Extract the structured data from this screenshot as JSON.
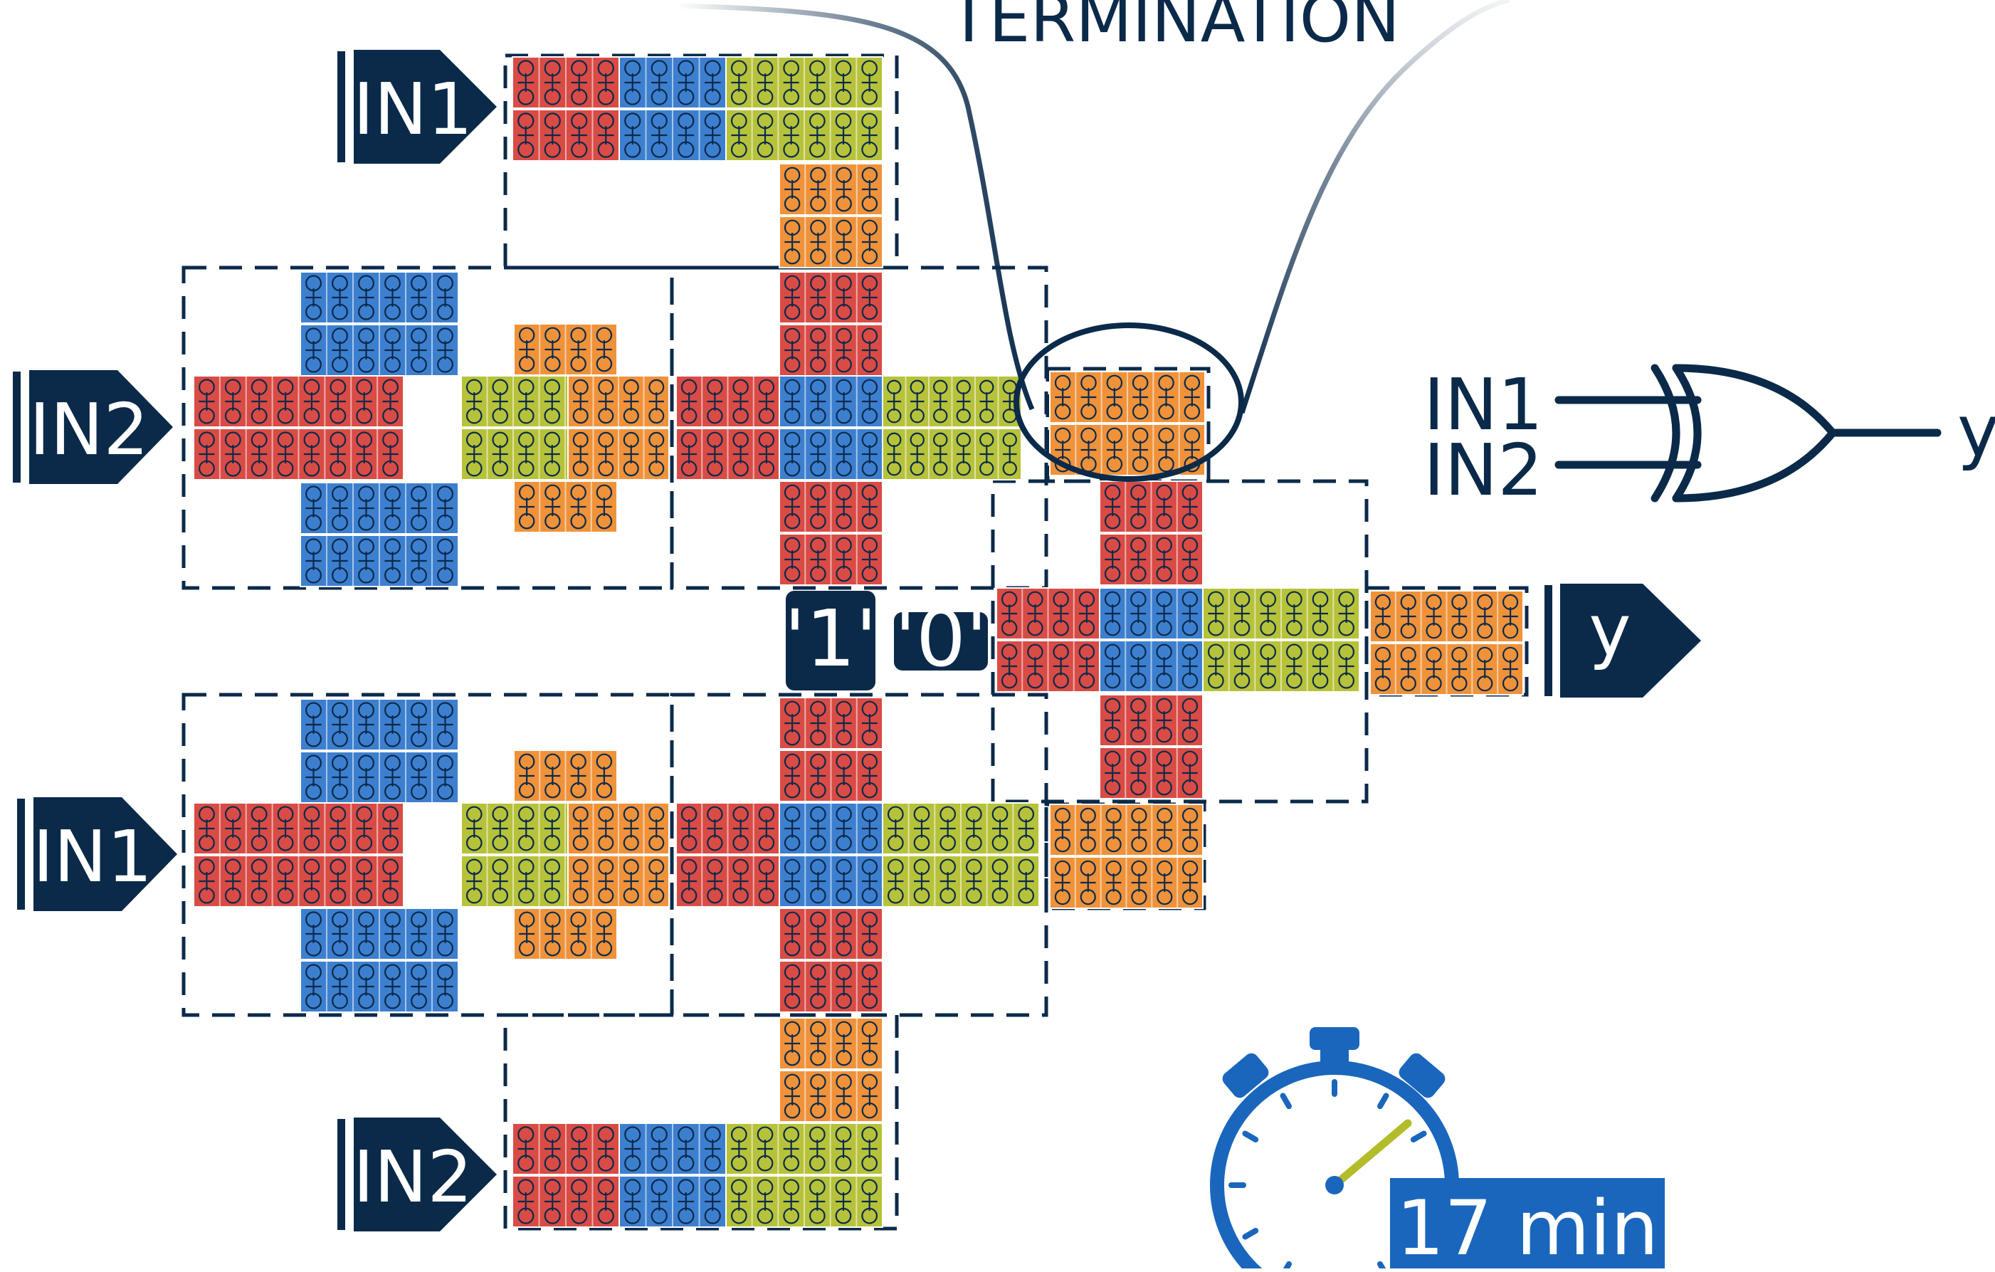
{
  "colors": {
    "navy": "#0b2a4a",
    "red": "#d94b45",
    "blue": "#3d7fcf",
    "green": "#b6c23a",
    "orange": "#f0923a",
    "timer_blue": "#1a66bd",
    "needle": "#b3bc2a"
  },
  "callout": {
    "label": "TERMINATION"
  },
  "inputs": {
    "in1_top": "IN1",
    "in2_left": "IN2",
    "in1_left": "IN1",
    "in2_bottom": "IN2"
  },
  "output": {
    "label": "y"
  },
  "bits": {
    "one": "'1'",
    "zero": "'0'"
  },
  "gate_symbol": {
    "in1": "IN1",
    "in2": "IN2",
    "out": "y",
    "gate_type": "xor"
  },
  "timer": {
    "icon": "stopwatch-icon",
    "label": "17 min"
  }
}
